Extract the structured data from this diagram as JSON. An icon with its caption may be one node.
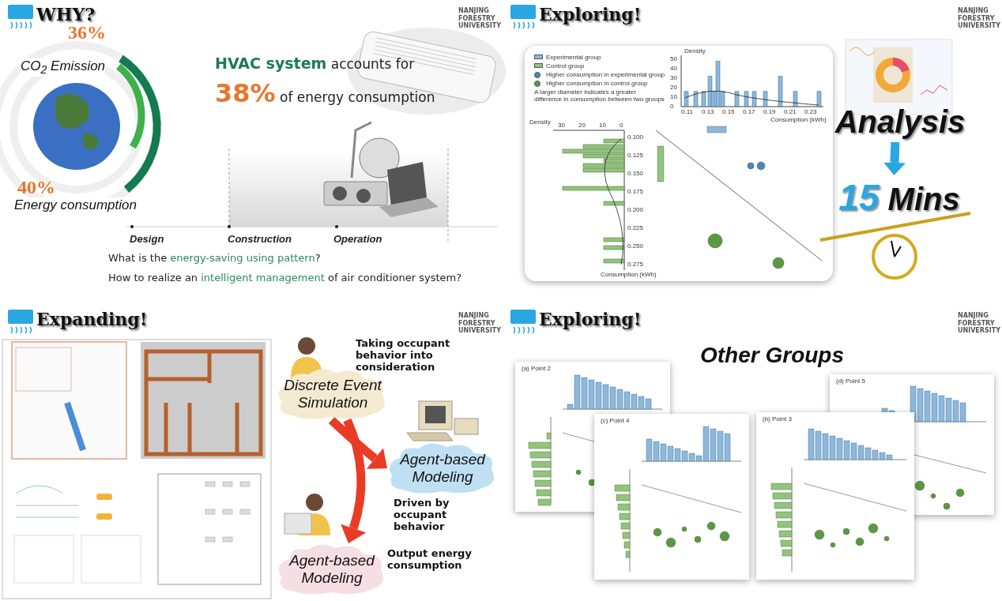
{
  "diagram": {
    "nodes": [
      {
        "text": [
          "Analysis"
        ]
      },
      {
        "text": [
          "**15** Mins"
        ]
      },
      {
        "text": [
          "Discrete Event Simulation"
        ],
        "beside": [
          "Taking occupant behavior into consideration"
        ]
      },
      {
        "text": [
          "Agent-based Modeling"
        ],
        "beside": [
          "Driven by occupant behavior"
        ]
      },
      {
        "text": [
          "Agent-based Modeling"
        ],
        "beside": [
          "Output energy consumption"
        ]
      }
    ],
    "edges": [
      {
        "from": 0,
        "to": 1,
        "arrow": "to",
        "color": "#2aa6e2"
      },
      {
        "from": 2,
        "to": 3,
        "arrow": "to"
      },
      {
        "from": 2,
        "to": 4,
        "arrow": "to"
      }
    ],
    "labels": [
      "WHY?",
      "NANJING FORESTRY UNIVERSITY",
      "36%",
      "CO$_{2}$ Emission",
      "40%",
      "Energy consumption",
      "**HVAC system** accounts for",
      "**38%** of energy consumption",
      "Design",
      "Construction",
      "Operation",
      "What is the **energy-saving using pattern**?",
      "How to realize an **intelligent management** of air conditioner system?",
      "Exploring!",
      "NANJING FORESTRY UNIVERSITY",
      "Density",
      "50",
      "40",
      "30",
      "20",
      "10",
      "0",
      "0.11",
      "0.13",
      "0.15",
      "0.17",
      "0.19",
      "0.21",
      "0.23",
      "Consumption (kWh)",
      "Density",
      "30",
      "20",
      "10",
      "0",
      "0.100",
      "0.125",
      "0.150",
      "0.175",
      "0.200",
      "0.225",
      "0.250",
      "0.275",
      "Consumption (kWh)",
      "A larger diameter indicates a greater difference in consumption between two groups",
      "Expanding!",
      "NANJING FORESTRY UNIVERSITY",
      "Exploring!",
      "NANJING FORESTRY UNIVERSITY",
      "Other Groups",
      "(a) Point 2",
      "(d) Point 5",
      "(c) Point 4",
      "(b) Point 3"
    ],
    "legend": [
      {
        "text": "Experimental group",
        "color": "#8db8dc"
      },
      {
        "text": "Control group",
        "color": "#93c47d"
      },
      {
        "text": "Higher consumption in experimental group",
        "color": "#4a86c0"
      },
      {
        "text": "Higher consumption in control group",
        "color": "#5a9a3e"
      }
    ]
  }
}
